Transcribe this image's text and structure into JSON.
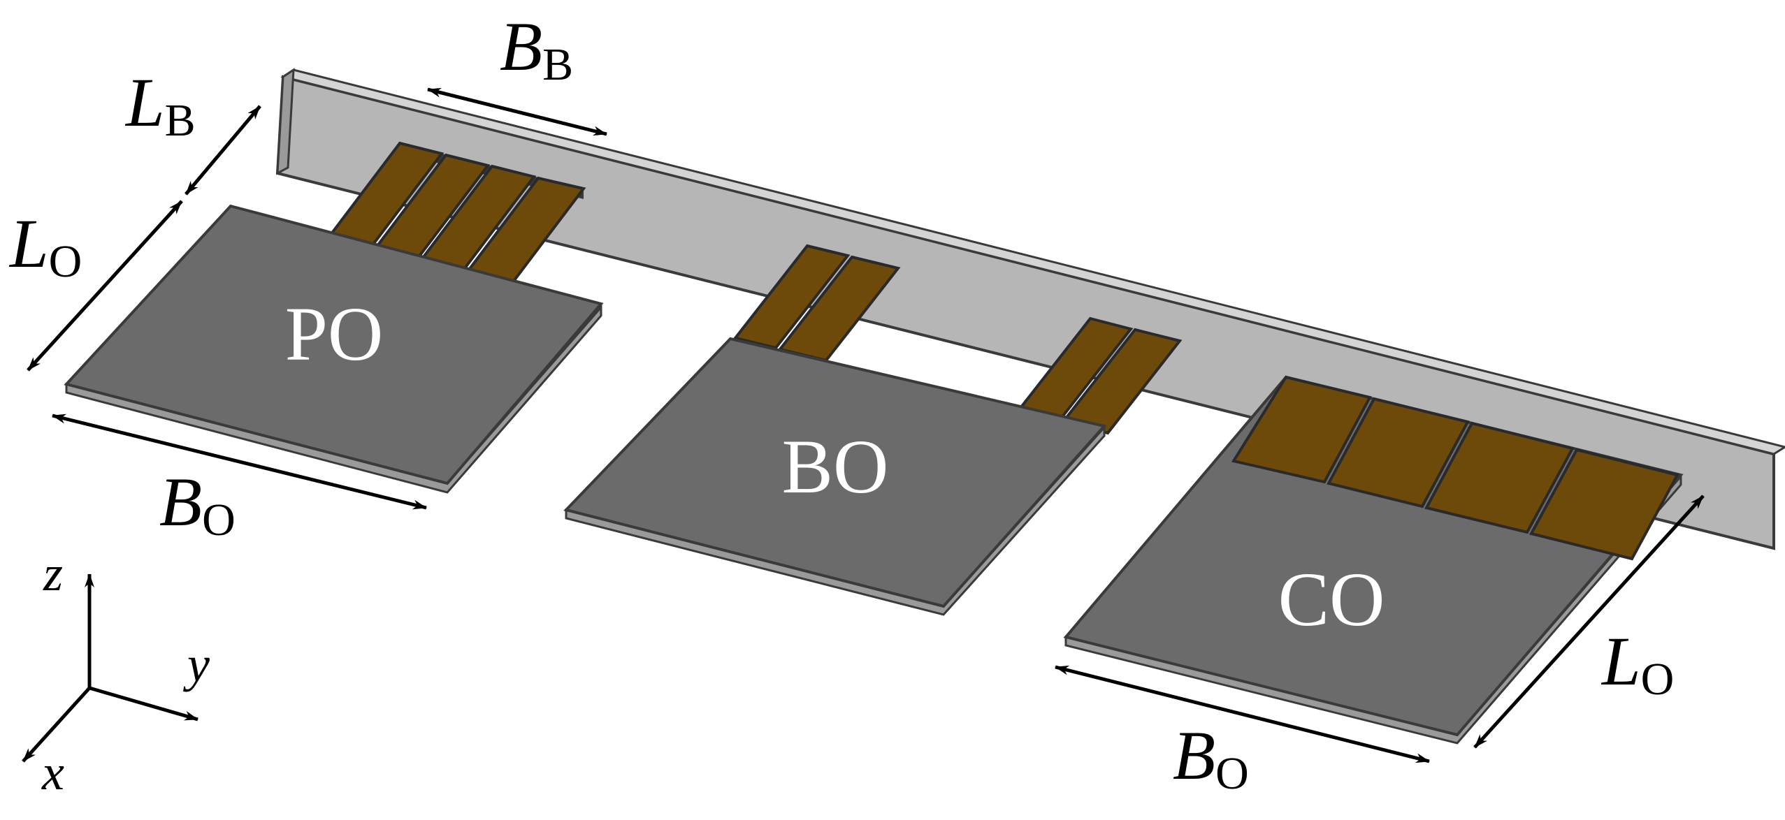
{
  "colors": {
    "background": "#ffffff",
    "beam_face": "#b6b6b6",
    "beam_top": "#d4d4d4",
    "plate_top": "#6b6b6b",
    "plate_edge": "#9a9a9a",
    "connector": "#6e4a0a",
    "outline": "#3a3a3a",
    "plate_text": "#ffffff",
    "dimension": "#000000"
  },
  "plates": {
    "po": {
      "label": "PO"
    },
    "bo": {
      "label": "BO"
    },
    "co": {
      "label": "CO"
    }
  },
  "dimensions": {
    "b_beam": {
      "symbol": "B",
      "subscript": "B"
    },
    "l_beam": {
      "symbol": "L",
      "subscript": "B"
    },
    "l_plate_left": {
      "symbol": "L",
      "subscript": "O"
    },
    "b_plate_left": {
      "symbol": "B",
      "subscript": "O"
    },
    "l_plate_right": {
      "symbol": "L",
      "subscript": "O"
    },
    "b_plate_right": {
      "symbol": "B",
      "subscript": "O"
    }
  },
  "axes": {
    "z": "z",
    "y": "y",
    "x": "x"
  },
  "icons": {
    "dimension_arrow": "double-headed-arrow",
    "axis_arrow": "single-headed-arrow"
  }
}
